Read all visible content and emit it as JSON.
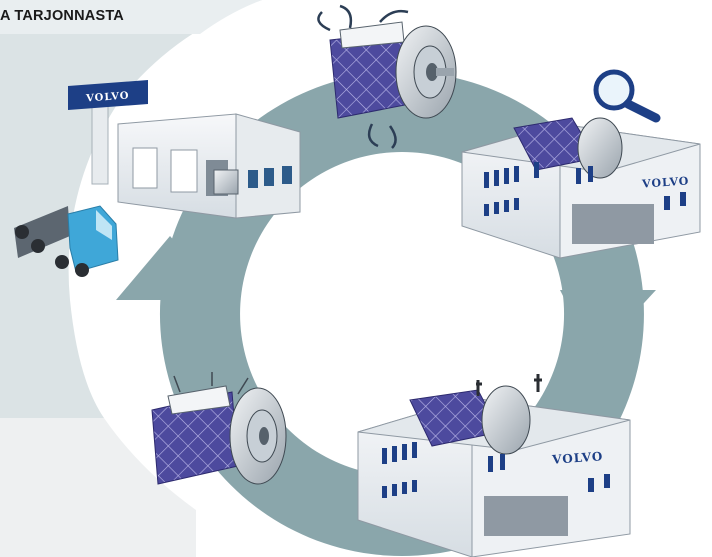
{
  "header": {
    "title": "A TARJONNASTA"
  },
  "signs": {
    "dealer_sign": "VOLVO",
    "factory_top_right": "VOLVO",
    "factory_bottom_right": "VOLVO"
  },
  "colors": {
    "cycle_arrow": "#8aa6ab",
    "panel_light": "#dbe3e5",
    "panel_lighter": "#eef0f1",
    "brand_blue": "#1d3f86",
    "gearbox_purple": "#4d4a9e",
    "truck_cab": "#3fa7d8"
  },
  "icons": [
    "magnifier-icon"
  ]
}
